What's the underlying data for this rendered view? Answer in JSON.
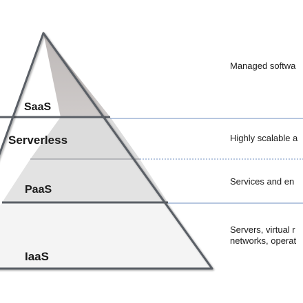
{
  "layers": [
    {
      "name": "SaaS",
      "description": [
        "Managed softwa"
      ]
    },
    {
      "name": "Serverless",
      "description": [
        "Highly scalable a"
      ]
    },
    {
      "name": "PaaS",
      "description": [
        "Services and en"
      ]
    },
    {
      "name": "IaaS",
      "description": [
        "Servers, virtual r",
        "networks, operat"
      ]
    }
  ],
  "colors": {
    "saas_fill": "#c4c0bf",
    "middle_fill": "#e0e0e0",
    "base_fill": "#f3f3f3",
    "outline": "#5a5f66",
    "connector": "#6f8fc2"
  }
}
